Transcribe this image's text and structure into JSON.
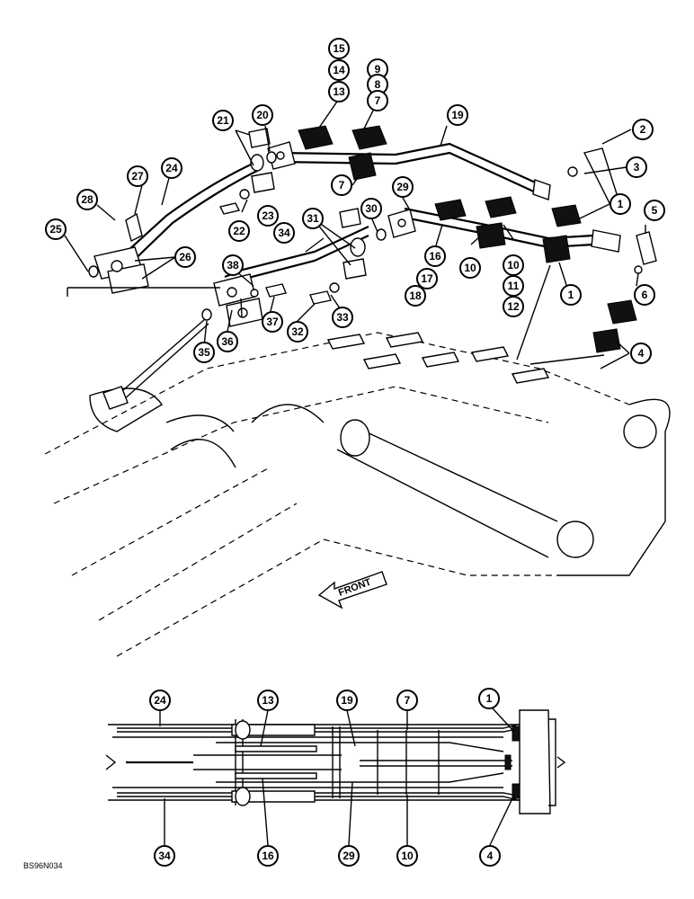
{
  "figure": {
    "code": "BS96N034",
    "front_label": "FRONT"
  },
  "callouts": {
    "c1": "1",
    "c1b": "1",
    "c2": "2",
    "c3": "3",
    "c4": "4",
    "c5": "5",
    "c6": "6",
    "c7": "7",
    "c7b": "7",
    "c8": "8",
    "c9": "9",
    "c10": "10",
    "c10b": "10",
    "c11": "11",
    "c12": "12",
    "c13": "13",
    "c14": "14",
    "c15": "15",
    "c16": "16",
    "c17": "17",
    "c18": "18",
    "c19": "19",
    "c20": "20",
    "c21": "21",
    "c22": "22",
    "c23": "23",
    "c24": "24",
    "c25": "25",
    "c26": "26",
    "c27": "27",
    "c28": "28",
    "c29": "29",
    "c30": "30",
    "c31": "31",
    "c32": "32",
    "c33": "33",
    "c34": "34",
    "c35": "35",
    "c36": "36",
    "c37": "37",
    "c38": "38"
  },
  "bottom_callouts": {
    "b24": "24",
    "b13": "13",
    "b19": "19",
    "b7": "7",
    "b1": "1",
    "b34": "34",
    "b16": "16",
    "b29": "29",
    "b10": "10",
    "b4": "4"
  },
  "colors": {
    "line": "#000000",
    "background": "#ffffff"
  }
}
